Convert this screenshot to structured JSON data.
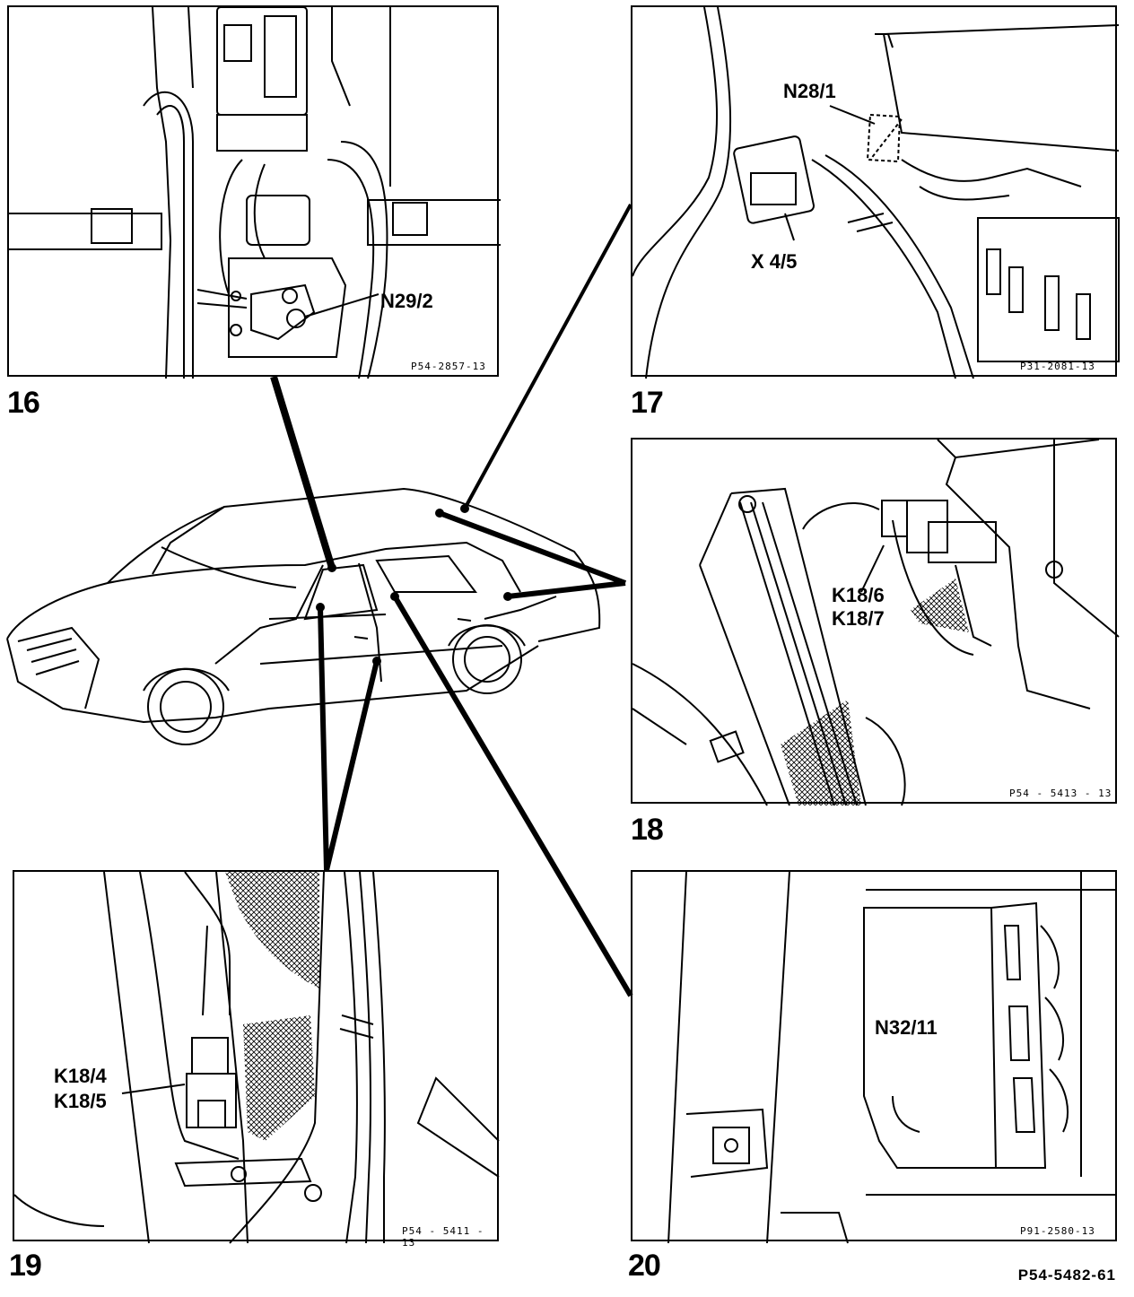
{
  "figures": [
    {
      "number": "16",
      "ref": "P54-2857-13",
      "labels": [
        "N29/2"
      ]
    },
    {
      "number": "17",
      "ref": "P31-2081-13",
      "labels": [
        "N28/1",
        "X 4/5"
      ]
    },
    {
      "number": "18",
      "ref": "P54 - 5413 - 13",
      "labels": [
        "K18/6",
        "K18/7"
      ]
    },
    {
      "number": "19",
      "ref": "P54 - 5411 - 13",
      "labels": [
        "K18/4",
        "K18/5"
      ]
    },
    {
      "number": "20",
      "ref": "P91-2580-13",
      "labels": [
        "N32/11"
      ]
    }
  ],
  "master_ref": "P54-5482-61",
  "colors": {
    "ink": "#000000",
    "paper": "#ffffff"
  }
}
